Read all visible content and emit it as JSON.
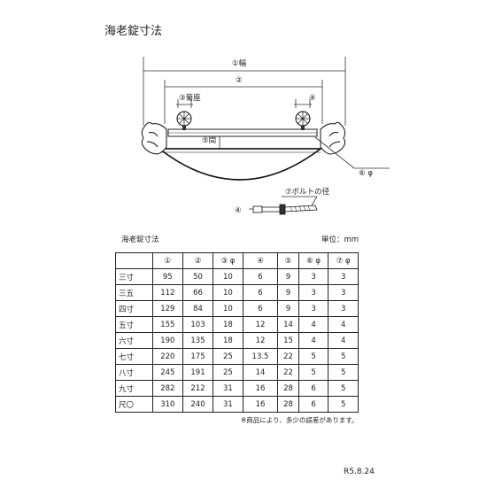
{
  "title": "海老錠寸法",
  "diagram": {
    "labels": {
      "dim1": "①幅",
      "dim2": "②",
      "dim3": "③菊座",
      "dim4": "④",
      "dim5": "⑤間",
      "dim6": "⑥ φ",
      "dim7": "⑦ボルトの径",
      "dim4b": "④"
    }
  },
  "table_caption": "海老錠寸法",
  "unit_label": "単位：mm",
  "table": {
    "headers": [
      "",
      "①",
      "②",
      "③ φ",
      "④",
      "⑤",
      "⑥ φ",
      "⑦ φ"
    ],
    "rows": [
      [
        "三寸",
        "95",
        "50",
        "10",
        "6",
        "9",
        "3",
        "3"
      ],
      [
        "三五",
        "112",
        "66",
        "10",
        "6",
        "9",
        "3",
        "3"
      ],
      [
        "四寸",
        "129",
        "84",
        "10",
        "6",
        "9",
        "3",
        "3"
      ],
      [
        "五寸",
        "155",
        "103",
        "18",
        "12",
        "14",
        "4",
        "4"
      ],
      [
        "六寸",
        "190",
        "135",
        "18",
        "12",
        "15",
        "4",
        "4"
      ],
      [
        "七寸",
        "220",
        "175",
        "25",
        "13.5",
        "22",
        "5",
        "5"
      ],
      [
        "八寸",
        "245",
        "191",
        "25",
        "14",
        "22",
        "5",
        "5"
      ],
      [
        "九寸",
        "282",
        "212",
        "31",
        "16",
        "28",
        "6",
        "5"
      ],
      [
        "尺〇",
        "310",
        "240",
        "31",
        "16",
        "28",
        "6",
        "5"
      ]
    ]
  },
  "note": "※商品により、多少の誤差があります。",
  "revision": "R5.8.24"
}
